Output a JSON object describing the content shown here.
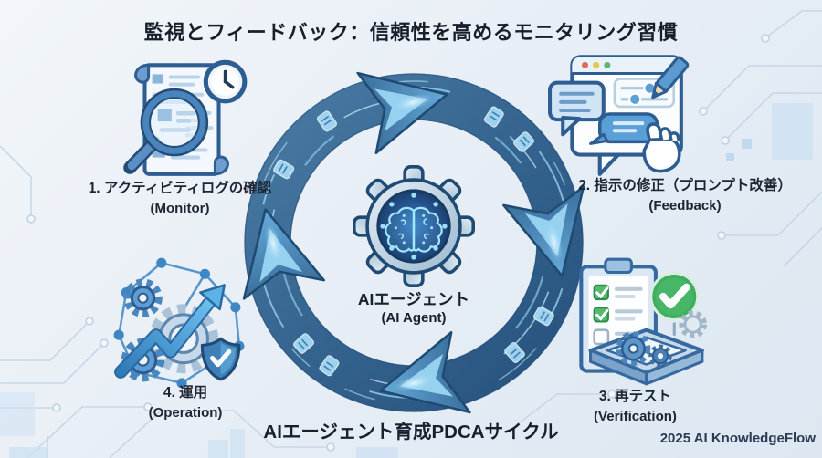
{
  "title": "監視とフィードバック：信頼性を高めるモニタリング習慣",
  "center": {
    "label": "AIエージェント",
    "sublabel": "(AI Agent)"
  },
  "steps": [
    {
      "label": "1. アクティビティログの確認",
      "sublabel": "(Monitor)",
      "icon": "activity-log-magnifier-icon",
      "position": "top-left"
    },
    {
      "label": "2. 指示の修正（プロンプト改善）",
      "sublabel": "(Feedback)",
      "icon": "prompt-edit-feedback-icon",
      "position": "top-right"
    },
    {
      "label": "3. 再テスト",
      "sublabel": "(Verification)",
      "icon": "retest-checklist-icon",
      "position": "bottom-right"
    },
    {
      "label": "4. 運用",
      "sublabel": "(Operation)",
      "icon": "operation-growth-icon",
      "position": "bottom-left"
    }
  ],
  "caption": "AIエージェント育成PDCAサイクル",
  "credit": "2025 AI KnowledgeFlow",
  "cycle": {
    "direction": "clockwise",
    "arrow_count": 4
  },
  "colors": {
    "background_top": "#f2f6fa",
    "background_bottom": "#dce7f1",
    "ring_dark": "#2a5480",
    "ring_mid": "#34648f",
    "ring_streak": "#8fd0f0",
    "text": "#1d2534",
    "check_green": "#3fae5f",
    "icon_outline": "#2e5d92"
  }
}
